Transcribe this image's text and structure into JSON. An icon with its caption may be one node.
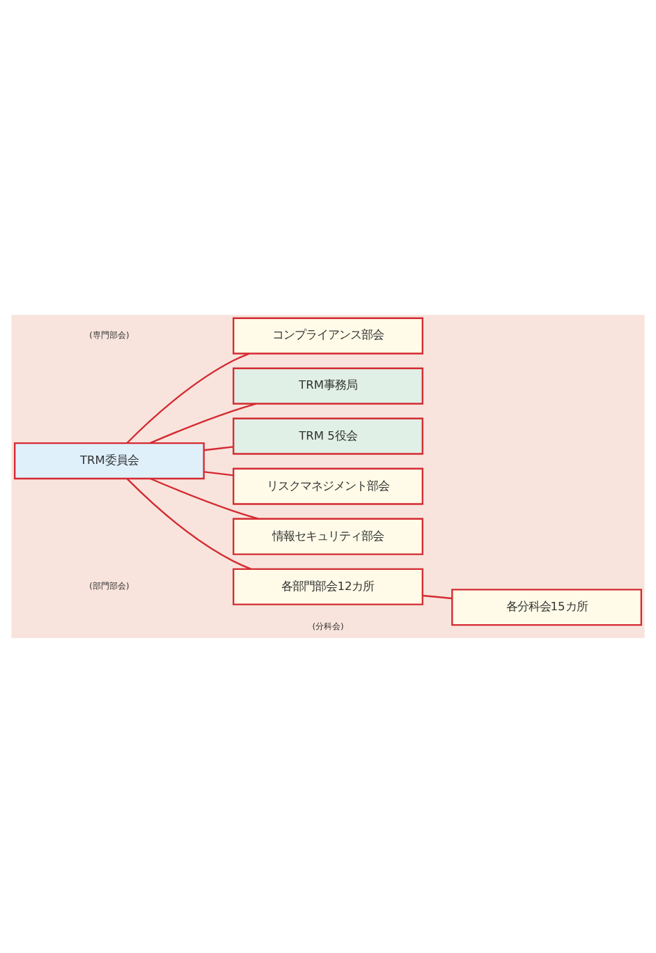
{
  "diagram": {
    "nodes": [
      {
        "text": [
          "TRM委員会"
        ]
      },
      {
        "text": [
          "TRM事務局"
        ]
      },
      {
        "text": [
          "TRM 5役会"
        ]
      },
      {
        "text": [
          "コンプライアンス部会"
        ]
      },
      {
        "text": [
          "リスクマネジメント部会"
        ]
      },
      {
        "text": [
          "情報セキュリティ部会"
        ]
      },
      {
        "text": [
          "各部門部会12カ所"
        ]
      },
      {
        "text": [
          "各分科会15カ所"
        ]
      }
    ],
    "edges": [
      {
        "from": 0,
        "to": 1,
        "arrow": "none"
      },
      {
        "from": 0,
        "to": 2,
        "arrow": "none"
      },
      {
        "from": 0,
        "to": 3,
        "arrow": "none"
      },
      {
        "from": 0,
        "to": 4,
        "arrow": "none"
      },
      {
        "from": 0,
        "to": 5,
        "arrow": "none"
      },
      {
        "from": 0,
        "to": 6,
        "arrow": "none"
      },
      {
        "from": 6,
        "to": 7,
        "arrow": "none"
      }
    ],
    "labels": [
      "(専門部会)",
      "(部門部会)",
      "(分科会)"
    ]
  }
}
